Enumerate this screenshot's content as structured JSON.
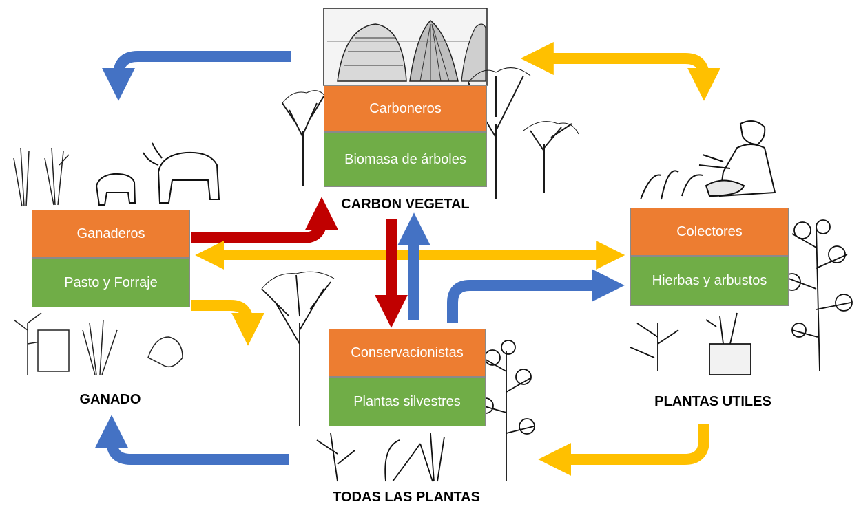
{
  "colors": {
    "orange": "#ed7d31",
    "green": "#70ad47",
    "blue": "#4472c4",
    "yellow": "#ffc000",
    "red": "#c00000"
  },
  "groups": {
    "carbon": {
      "actor": "Carboneros",
      "resource": "Biomasa de árboles",
      "title": "CARBON VEGETAL"
    },
    "ganado": {
      "actor": "Ganaderos",
      "resource": "Pasto y Forraje",
      "title": "GANADO"
    },
    "plantas_utiles": {
      "actor": "Colectores",
      "resource": "Hierbas y arbustos",
      "title": "PLANTAS UTILES"
    },
    "todas": {
      "actor": "Conservacionistas",
      "resource": "Plantas silvestres",
      "title": "TODAS LAS PLANTAS"
    }
  },
  "illustrations": [
    "charcoal-kilns",
    "trees",
    "cattle",
    "grasses",
    "herb-collector",
    "herbs-shrubs",
    "wild-plants"
  ]
}
